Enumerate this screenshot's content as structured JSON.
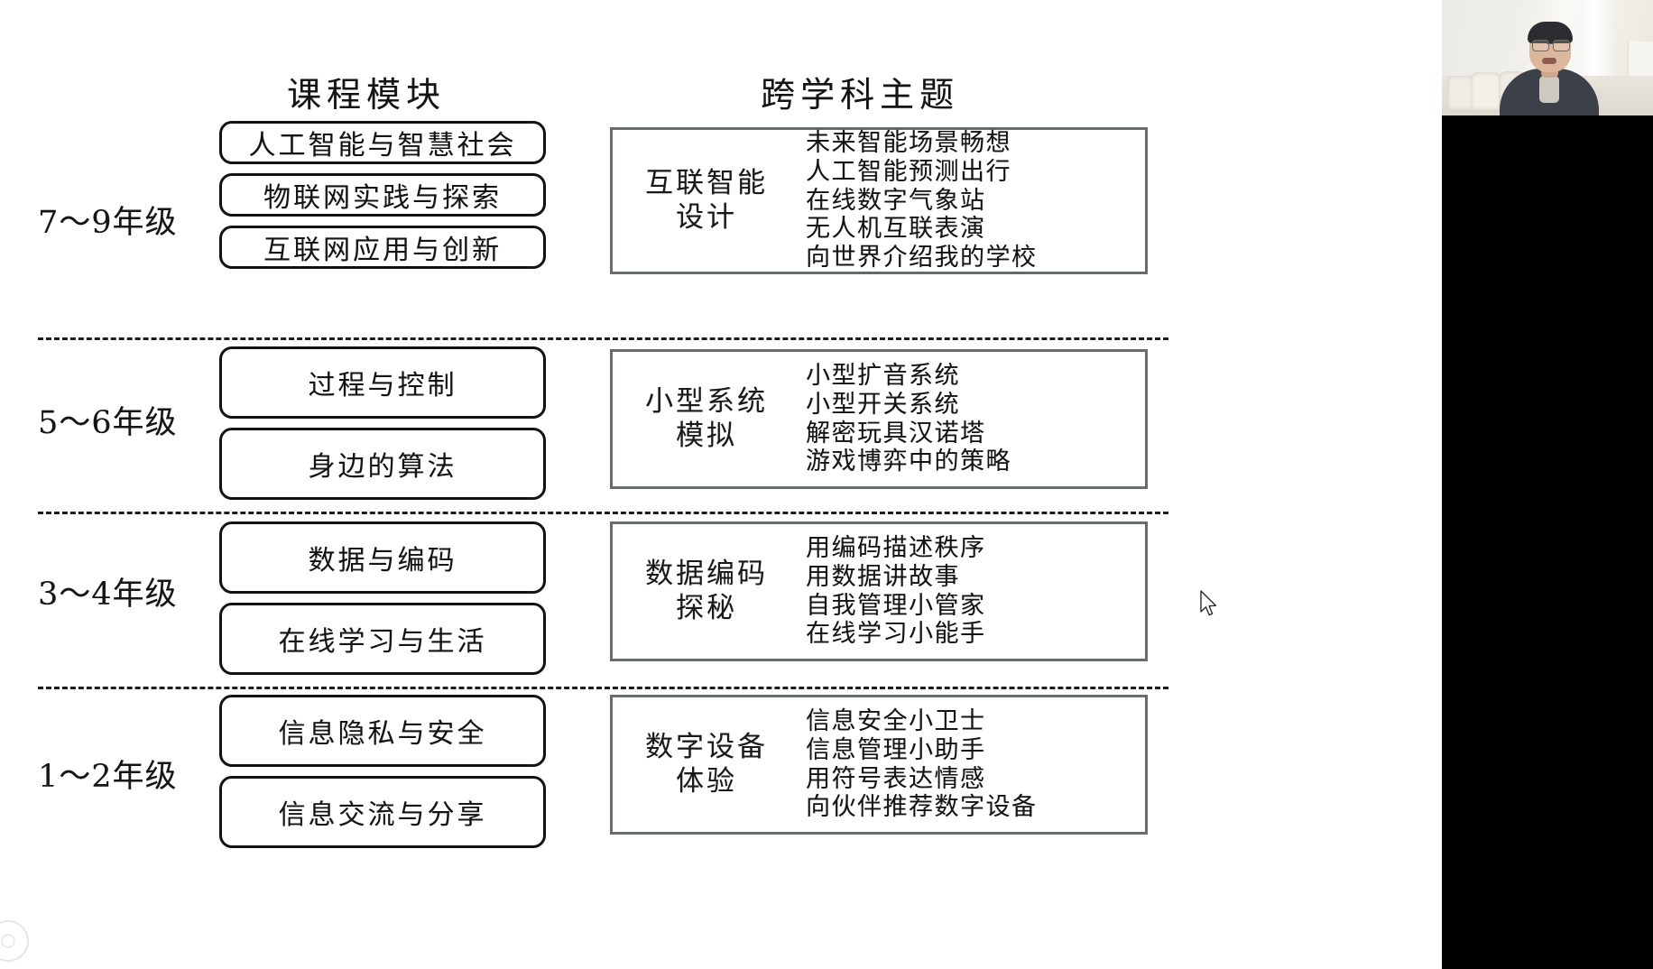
{
  "slide": {
    "headers": {
      "modules": "课程模块",
      "topics": "跨学科主题"
    },
    "rows": [
      {
        "grade": "7～9年级",
        "modules": [
          "人工智能与智慧社会",
          "物联网实践与探索",
          "互联网应用与创新"
        ],
        "topic_title": "互联智能\n设计",
        "topic_title_line1": "互联智能",
        "topic_title_line2": "设计",
        "topic_items": [
          "未来智能场景畅想",
          "人工智能预测出行",
          "在线数字气象站",
          "无人机互联表演",
          "向世界介绍我的学校"
        ]
      },
      {
        "grade": "5～6年级",
        "modules": [
          "过程与控制",
          "身边的算法"
        ],
        "topic_title_line1": "小型系统",
        "topic_title_line2": "模拟",
        "topic_items": [
          "小型扩音系统",
          "小型开关系统",
          "解密玩具汉诺塔",
          "游戏博弈中的策略"
        ]
      },
      {
        "grade": "3～4年级",
        "modules": [
          "数据与编码",
          "在线学习与生活"
        ],
        "topic_title_line1": "数据编码",
        "topic_title_line2": "探秘",
        "topic_items": [
          "用编码描述秩序",
          "用数据讲故事",
          "自我管理小管家",
          "在线学习小能手"
        ]
      },
      {
        "grade": "1～2年级",
        "modules": [
          "信息隐私与安全",
          "信息交流与分享"
        ],
        "topic_title_line1": "数字设备",
        "topic_title_line2": "体验",
        "topic_items": [
          "信息安全小卫士",
          "信息管理小助手",
          "用符号表达情感",
          "向伙伴推荐数字设备"
        ]
      }
    ]
  },
  "video": {
    "label": "webcam-video-feed"
  },
  "colors": {
    "module_border": "#121212",
    "topic_border": "#666b70",
    "divider": "#1d1d1d",
    "text": "#141414",
    "slide_background": "#ffffff",
    "panel_background": "#000000"
  }
}
